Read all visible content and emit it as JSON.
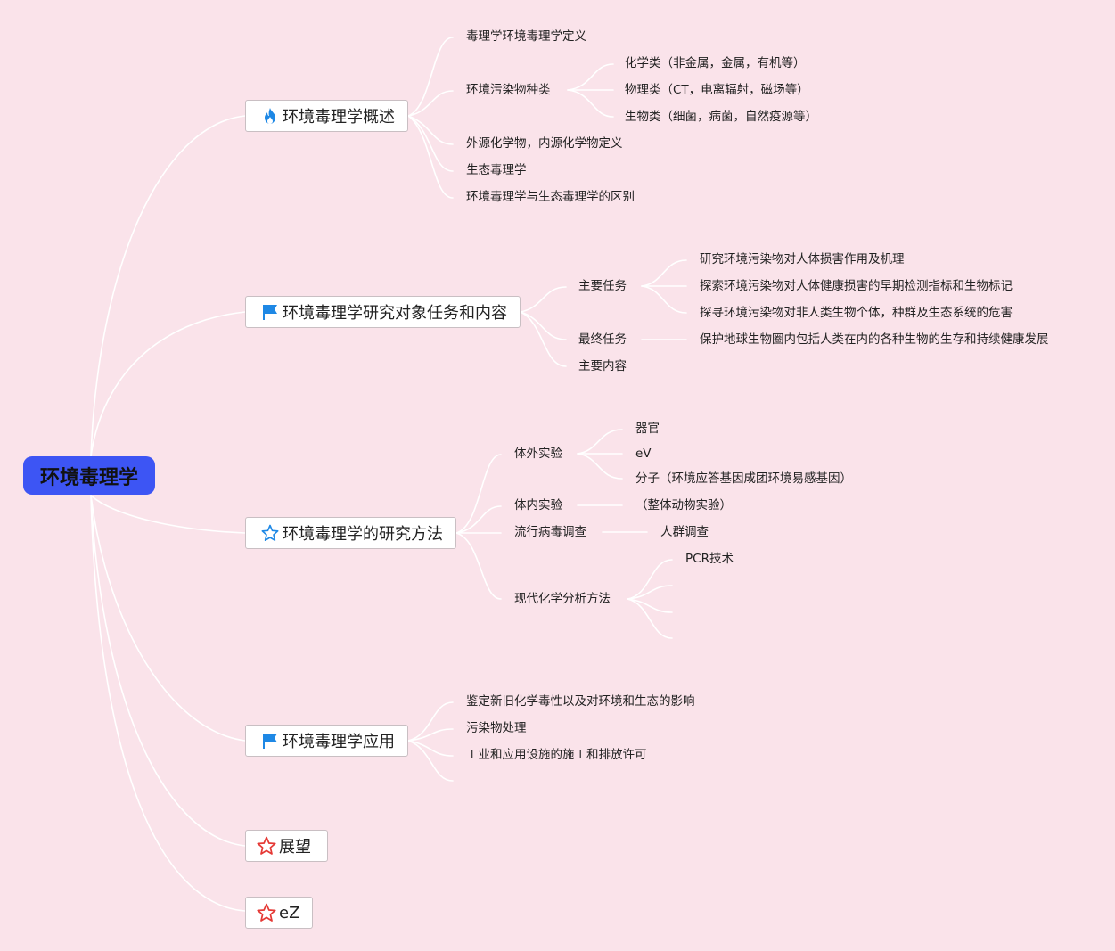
{
  "root": {
    "label": "环境毒理学"
  },
  "topics": {
    "t1": {
      "label": "环境毒理学概述",
      "icon": "fire-icon"
    },
    "t2": {
      "label": "环境毒理学研究对象任务和内容",
      "icon": "flag-icon"
    },
    "t3": {
      "label": "环境毒理学的研究方法",
      "icon": "star-outline-icon"
    },
    "t4": {
      "label": "环境毒理学应用",
      "icon": "flag-icon"
    },
    "t5": {
      "label": "展望",
      "icon": "star-red-icon"
    },
    "t6": {
      "label": "eZ",
      "icon": "star-red-icon"
    }
  },
  "t1": {
    "c1": "毒理学环境毒理学定义",
    "c2": "环境污染物种类",
    "c2a": "化学类（非金属，金属，有机等）",
    "c2b": "物理类（CT，电离辐射，磁场等）",
    "c2c": "生物类（细菌，病菌，自然疫源等）",
    "c3": "外源化学物，内源化学物定义",
    "c4": "生态毒理学",
    "c5": "环境毒理学与生态毒理学的区别"
  },
  "t2": {
    "c1": "主要任务",
    "c1a": "研究环境污染物对人体损害作用及机理",
    "c1b": "探索环境污染物对人体健康损害的早期检测指标和生物标记",
    "c1c": "探寻环境污染物对非人类生物个体，种群及生态系统的危害",
    "c2": "最终任务",
    "c2a": "保护地球生物圈内包括人类在内的各种生物的生存和持续健康发展",
    "c3": "主要内容"
  },
  "t3": {
    "c1": "体外实验",
    "c1a": "器官",
    "c1b": "eV",
    "c1c": "分子（环境应答基因成团环境易感基因）",
    "c2": "体内实验",
    "c2a": "（整体动物实验）",
    "c3": "流行病毒调查",
    "c3a": "人群调查",
    "c4": "现代化学分析方法",
    "c4a": "PCR技术"
  },
  "t4": {
    "c1": "鉴定新旧化学毒性以及对环境和生态的影响",
    "c2": "污染物处理",
    "c3": "工业和应用设施的施工和排放许可"
  },
  "colors": {
    "background": "#fae3ea",
    "root_fill": "#3d55f4",
    "connector": "#ffffff",
    "icon_blue": "#1e88e5",
    "icon_red": "#e53935"
  }
}
